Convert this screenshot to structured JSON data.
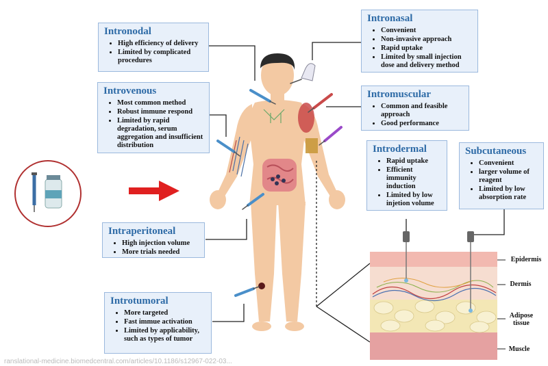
{
  "routes": {
    "intronodal": {
      "title": "Intronodal",
      "points": [
        "High efficiency of delivery",
        "Limited by complicated procedures"
      ]
    },
    "introvenous": {
      "title": "Introvenous",
      "points": [
        "Most common method",
        "Robust immune respond",
        "Limited by rapid degradation, serum aggregation and insufficient distribution"
      ]
    },
    "intraperitoneal": {
      "title": "Intraperitoneal",
      "points": [
        "High injection volume",
        "More trials needed"
      ]
    },
    "introtumoral": {
      "title": "Introtumoral",
      "points": [
        "More targeted",
        "Fast immue activation",
        "Limited by applicability, such as types of tumor"
      ]
    },
    "intronasal": {
      "title": "Intronasal",
      "points": [
        "Convenient",
        "Non-invasive approach",
        "Rapid uptake",
        "Limited by small injection dose and delivery method"
      ]
    },
    "intromuscular": {
      "title": "Intromuscular",
      "points": [
        "Common and feasible approach",
        "Good performance"
      ]
    },
    "introdermal": {
      "title": "Introdermal",
      "points": [
        "Rapid uptake",
        "Efficient immunity induction",
        "Limited by low injetion volume"
      ]
    },
    "subcutaneous": {
      "title": "Subcutaneous",
      "points": [
        "Convenient",
        "larger volume of reagent",
        "Limited by low absorption rate"
      ]
    }
  },
  "skin_layers": {
    "epidermis": "Epidermis",
    "dermis": "Dermis",
    "adipose": "Adipose tissue",
    "muscle": "Muscle"
  },
  "caption": "ranslational-medicine.biomedcentral.com/articles/10.1186/s12967-022-03...",
  "colors": {
    "box_fill": "#e8f0fa",
    "box_border": "#9ab8dd",
    "title": "#2d6aa6",
    "skin": "#f3c9a3",
    "arrow": "#e02020",
    "vial_circle": "#b03030"
  }
}
